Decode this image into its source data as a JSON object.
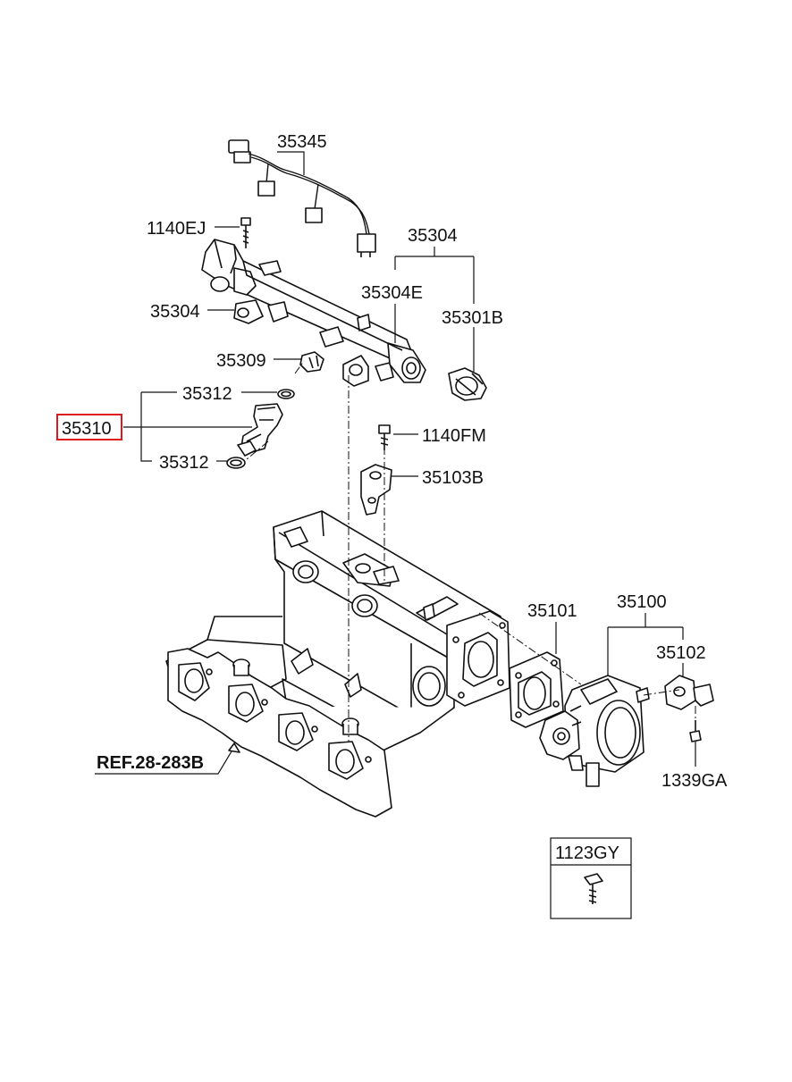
{
  "labels": {
    "l35345": "35345",
    "l1140EJ": "1140EJ",
    "l35304_top": "35304",
    "l35304E": "35304E",
    "l35301B": "35301B",
    "l35304_left": "35304",
    "l35309": "35309",
    "l35312_top": "35312",
    "l35310": "35310",
    "l35312_bot": "35312",
    "l1140FM": "1140FM",
    "l35103B": "35103B",
    "l35101": "35101",
    "l35100": "35100",
    "l35102": "35102",
    "l1339GA": "1339GA",
    "ref": "REF.28-283B",
    "legend": "1123GY"
  },
  "colors": {
    "highlight": "#e0191e",
    "line": "#111111"
  }
}
